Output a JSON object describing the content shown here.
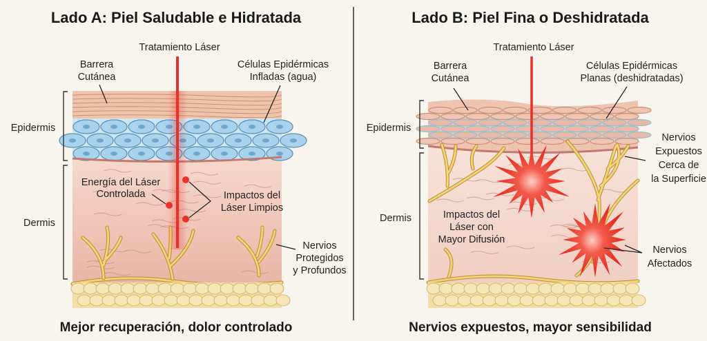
{
  "panel_a": {
    "title": "Lado A: Piel Saludable e Hidratada",
    "laser_label": "Tratamiento Láser",
    "barrier": [
      "Barrera",
      "Cutánea"
    ],
    "cells": [
      "Células Epidérmicas",
      "Infladas (agua)"
    ],
    "epidermis": "Epidermis",
    "dermis": "Dermis",
    "energy": [
      "Energía del Láser",
      "Controlada"
    ],
    "impacts": [
      "Impactos del",
      "Láser Limpios"
    ],
    "nerves": [
      "Nervios",
      "Protegidos",
      "y Profundos"
    ],
    "caption": "Mejor recuperación, dolor controlado"
  },
  "panel_b": {
    "title": "Lado B: Piel Fina o Deshidratada",
    "laser_label": "Tratamiento Láser",
    "barrier": [
      "Barrera",
      "Cutánea"
    ],
    "cells": [
      "Células Epidérmicas",
      "Planas (deshidratadas)"
    ],
    "epidermis": "Epidermis",
    "dermis": "Dermis",
    "exposed": [
      "Nervios",
      "Expuestos",
      "Cerca de",
      "la Superficie"
    ],
    "impacts": [
      "Impactos del",
      "Láser con",
      "Mayor Difusión"
    ],
    "affected": [
      "Nervios",
      "Afectados"
    ],
    "caption": "Nervios expuestos, mayor sensibilidad"
  },
  "colors": {
    "laser": "#e8312b",
    "cells_hydrated": "#a9d3ec",
    "dermis": "#f3cbbd",
    "nerve": "#f2d37c",
    "fat": "#f3dea6"
  }
}
